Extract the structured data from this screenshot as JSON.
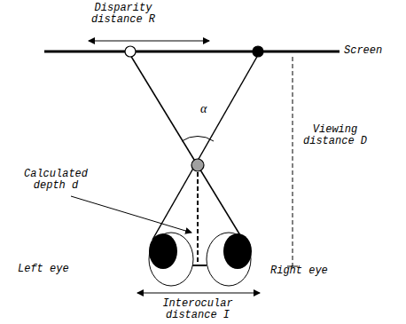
{
  "diagram": {
    "labels": [
      "Disparity distance R",
      "Screen",
      "α",
      "Viewing distance D",
      "Calculated depth d",
      "Left eye",
      "Right eye",
      "Interocular distance I"
    ]
  }
}
